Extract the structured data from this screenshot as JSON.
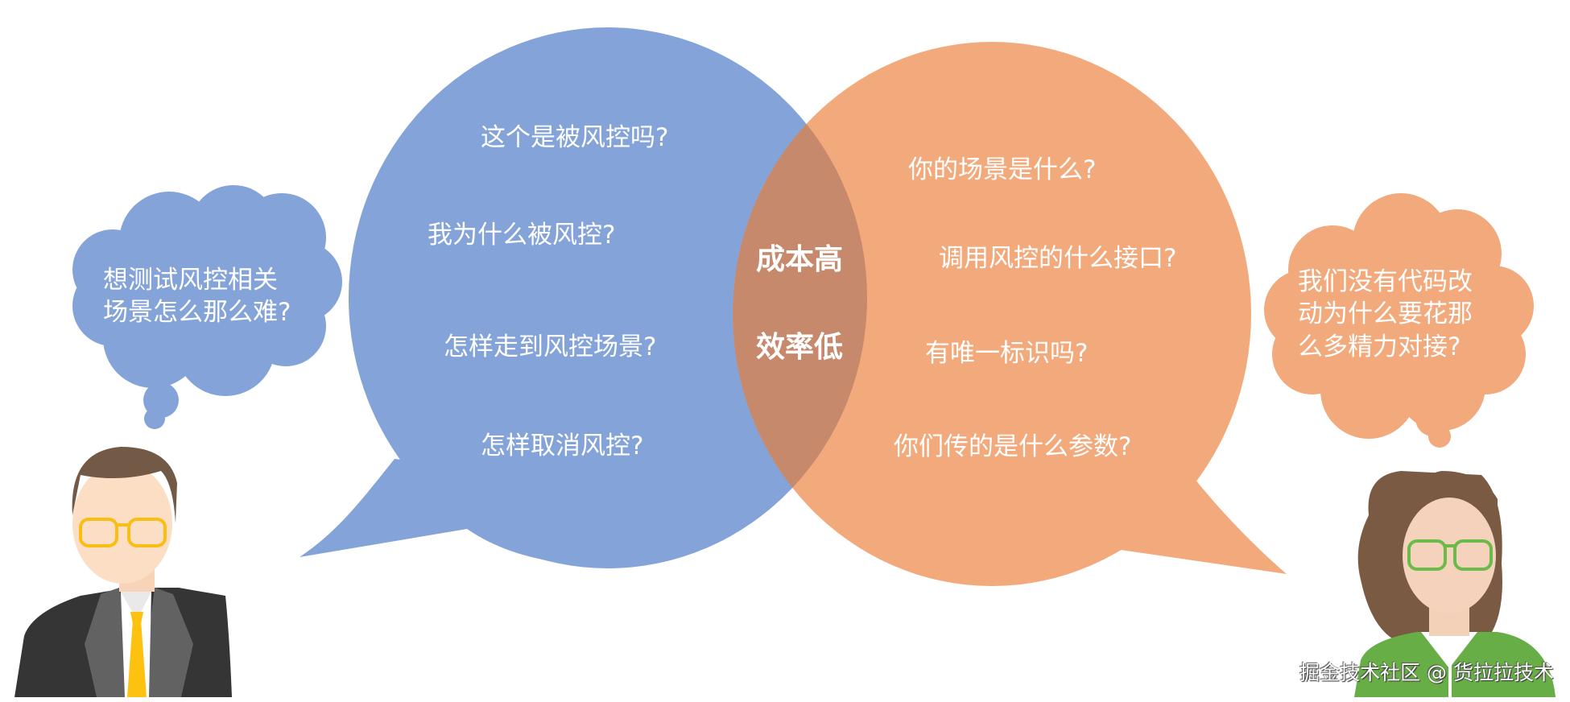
{
  "colors": {
    "blue_bubble": "#84a3d8",
    "orange_bubble": "#f2a97b",
    "overlap": "#c6896b",
    "text": "#ffffff"
  },
  "left_person": {
    "thought": "想测试风控相关场景怎么那么难?",
    "thought_lines": [
      "想测试风控相关",
      "场景怎么那么难?"
    ]
  },
  "right_person": {
    "thought": "我们没有代码改动为什么要花那么多精力对接?",
    "thought_lines": [
      "我们没有代码改",
      "动为什么要花那",
      "么多精力对接?"
    ]
  },
  "blue_bubble": {
    "questions": [
      "这个是被风控吗?",
      "我为什么被风控?",
      "怎样走到风控场景?",
      "怎样取消风控?"
    ]
  },
  "orange_bubble": {
    "questions": [
      "你的场景是什么?",
      "调用风控的什么接口?",
      "有唯一标识吗?",
      "你们传的是什么参数?"
    ]
  },
  "overlap": {
    "labels": [
      "成本高",
      "效率低"
    ]
  },
  "watermark": "掘金技术社区 @ 货拉拉技术"
}
